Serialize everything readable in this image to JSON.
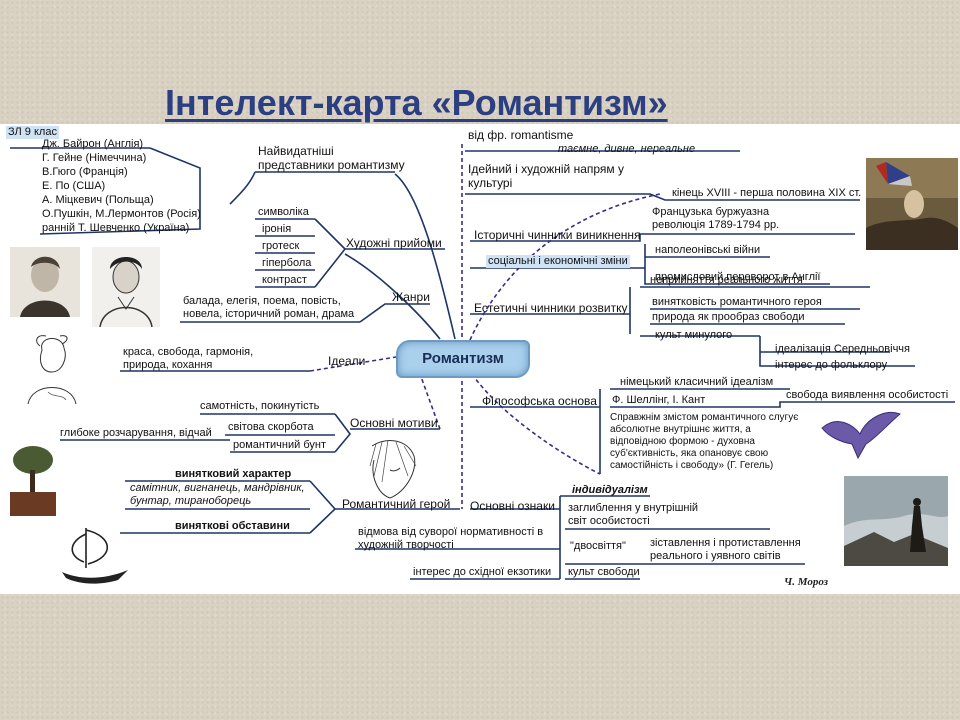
{
  "title": "Інтелект-карта «Романтизм»",
  "class_label": "ЗЛ 9 клас",
  "center": "Романтизм",
  "signature": "Ч. Мороз",
  "representatives": {
    "label": "Найвидатніші представники романтизму",
    "list": [
      "Дж. Байрон (Англія)",
      "Г. Гейне (Німеччина)",
      "В.Гюго (Франція)",
      "Е. По (США)",
      "А. Міцкевич (Польща)",
      "О.Пушкін, М.Лермонтов (Росія)",
      "ранній Т. Шевченко (Україна)"
    ]
  },
  "devices": {
    "label": "Художні прийоми",
    "items": [
      "символіка",
      "іронія",
      "гротеск",
      "гіпербола",
      "контраст"
    ]
  },
  "genres": {
    "label": "Жанри",
    "items": "балада, елегія, поема, повість, новела, історичний роман, драма"
  },
  "ideals": {
    "label": "Ідеали",
    "items": "краса, свобода, гармонія, природа, кохання"
  },
  "motifs": {
    "label": "Основні мотиви",
    "items": [
      "самотність, покинутість",
      "світова скорбота",
      "глибоке розчарування, відчай",
      "романтичний бунт"
    ]
  },
  "hero": {
    "label": "Романтичний герой",
    "items": [
      "винятковий характер",
      "самітник, вигнанець, мандрівник, бунтар, тираноборець",
      "виняткові обставини"
    ]
  },
  "origin": {
    "label": "від фр. romantisme",
    "meaning": "таємне, дивне, нереальне",
    "definition": "Ідейний і художній напрям у культурі",
    "period": "кінець XVIII - перша половина XIX ст."
  },
  "historical": {
    "label": "Історичні чинники виникнення",
    "items": [
      "Французька буржуазна революція 1789-1794 рр.",
      "наполеонівські війни",
      "промисловий переворот в Англії"
    ],
    "social": "соціальні і економічні зміни"
  },
  "aesthetic": {
    "label": "Естетичні чинники розвитку",
    "items": [
      "неприйняття реального життя",
      "винятковість романтичного героя",
      "природа як прообраз свободи",
      "культ минулого"
    ],
    "past": [
      "ідеалізація Середньовіччя",
      "інтерес до фольклору"
    ]
  },
  "philosophy": {
    "label": "Філософська основа",
    "items": [
      "німецький класичний ідеалізм",
      "Ф. Шеллінг, І. Кант",
      "свобода виявлення особистості"
    ],
    "quote": "Справжнім змістом романтичного слугує абсолютне внутрішнє життя, а відповідною формою - духовна суб'єктивність, яка опановує свою самостійність і свободу» (Г. Гегель)"
  },
  "features": {
    "label": "Основні ознаки",
    "individualism": "індивідуалізм",
    "individualism_desc": "заглиблення у внутрішній світ особистості",
    "rejection": "відмова від суворої нормативності в художній творчості",
    "duality": "\"двосвіття\"",
    "duality_desc": "зіставлення і протиставлення реального і уявного світів",
    "exotic": "інтерес до східної екзотики",
    "freedom": "культ свободи"
  },
  "colors": {
    "title": "#2b3f82",
    "line": "#1d3566",
    "dashed": "#3b2b8a",
    "center_fill": "#a9d0ec",
    "highlight": "#cfe3f4"
  }
}
